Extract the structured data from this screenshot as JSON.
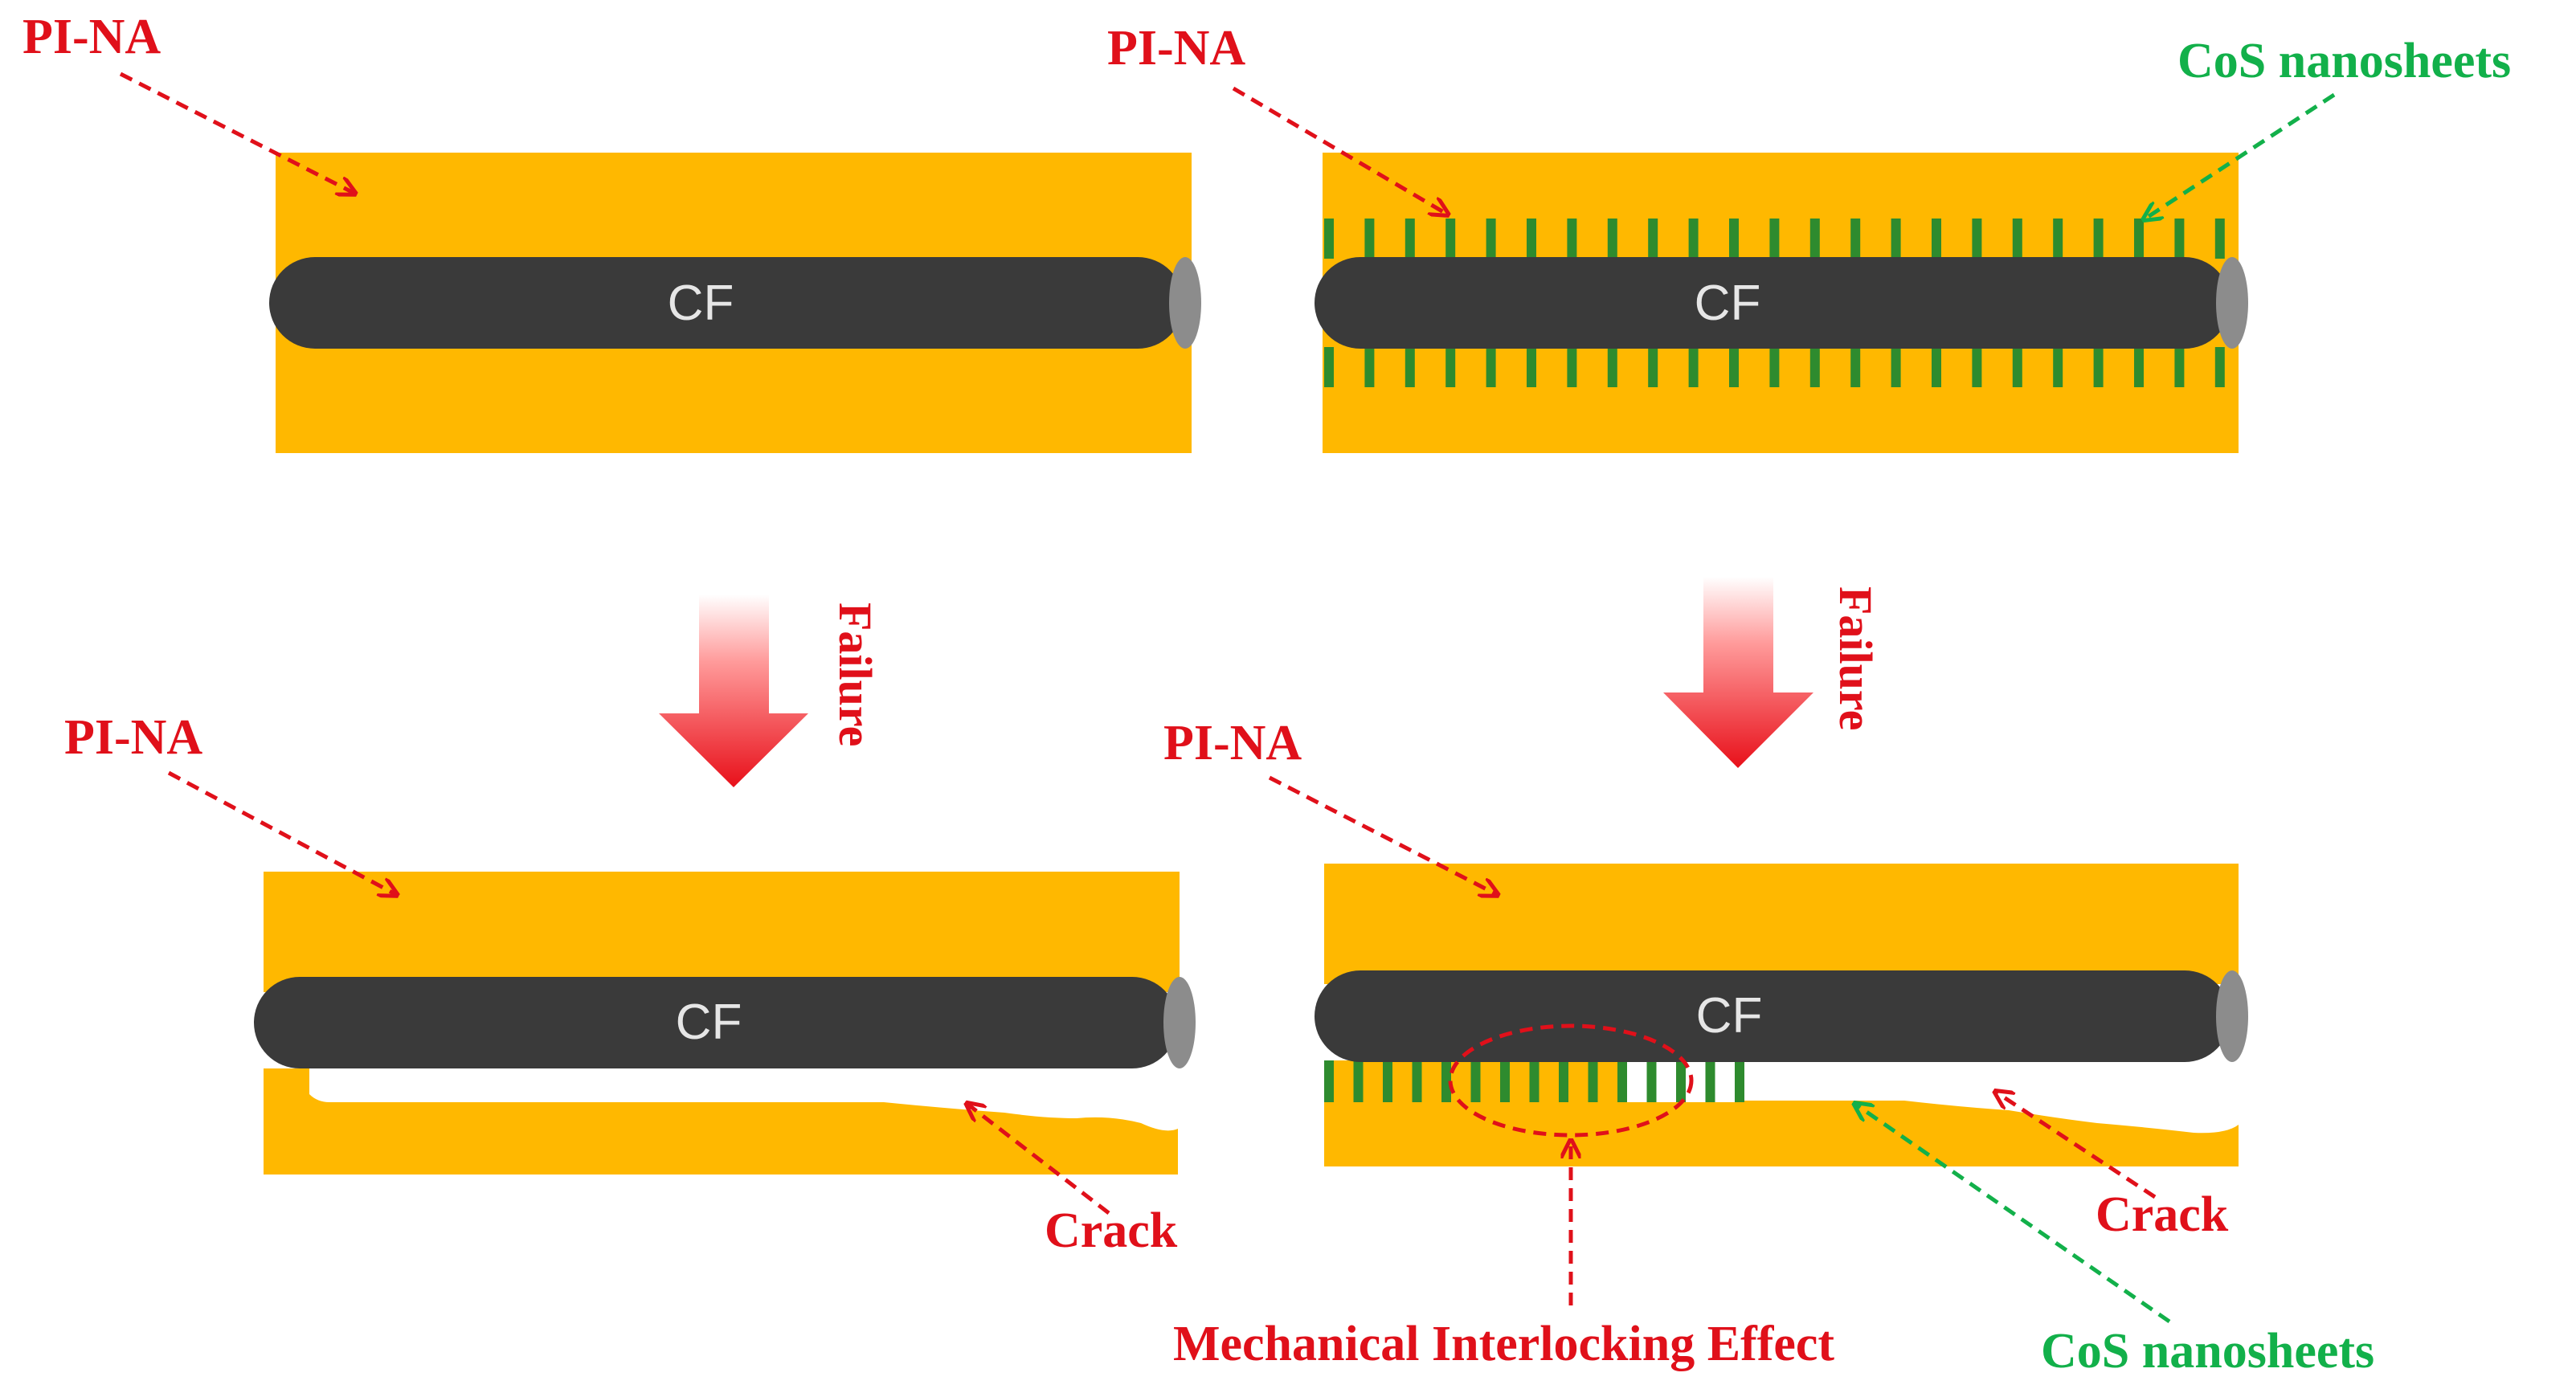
{
  "colors": {
    "matrix": "#FFB800",
    "fiber": "#3a3a3a",
    "fiber_end": "#8c8c8c",
    "nanosheet": "#2e8b2e",
    "red_label": "#E0101A",
    "green_label": "#12B04A",
    "cf_text": "#e6e6e6"
  },
  "labels": {
    "top_left_matrix": "PI-NA",
    "top_left_fiber": "CF",
    "top_right_matrix": "PI-NA",
    "top_right_nanosheets": "CoS nanosheets",
    "top_right_fiber": "CF",
    "arrow_left_label": "Failure",
    "arrow_right_label": "Failure",
    "bottom_left_matrix": "PI-NA",
    "bottom_left_fiber": "CF",
    "bottom_left_crack": "Crack",
    "bottom_right_matrix": "PI-NA",
    "bottom_right_fiber": "CF",
    "bottom_right_crack": "Crack",
    "bottom_right_interlock": "Mechanical Interlocking Effect",
    "bottom_right_nanosheets": "CoS nanosheets"
  }
}
